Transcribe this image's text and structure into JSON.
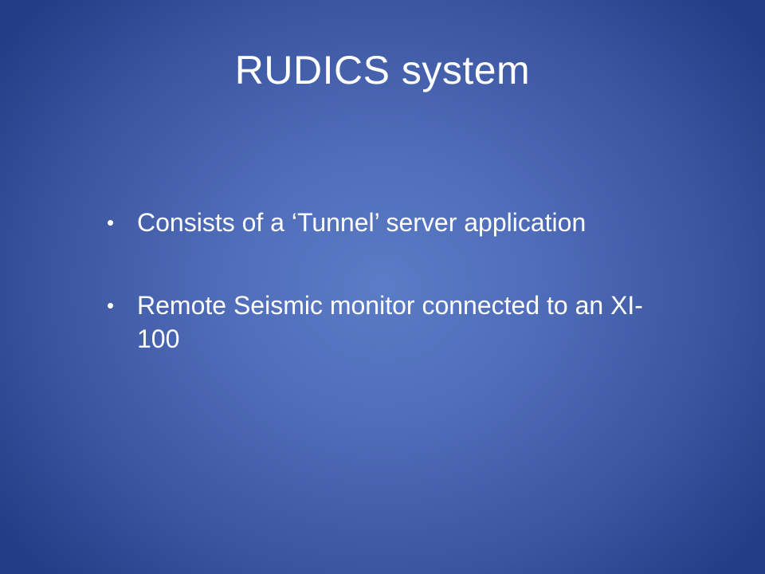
{
  "slide": {
    "title": "RUDICS system",
    "bullets": [
      {
        "marker": "•",
        "text": "Consists of a ‘Tunnel’ server application"
      },
      {
        "marker": "•",
        "text": "Remote Seismic monitor connected to an XI-100"
      }
    ]
  },
  "colors": {
    "background_center": "#5b7cc6",
    "background_edge": "#223e86",
    "text": "#ffffff"
  }
}
